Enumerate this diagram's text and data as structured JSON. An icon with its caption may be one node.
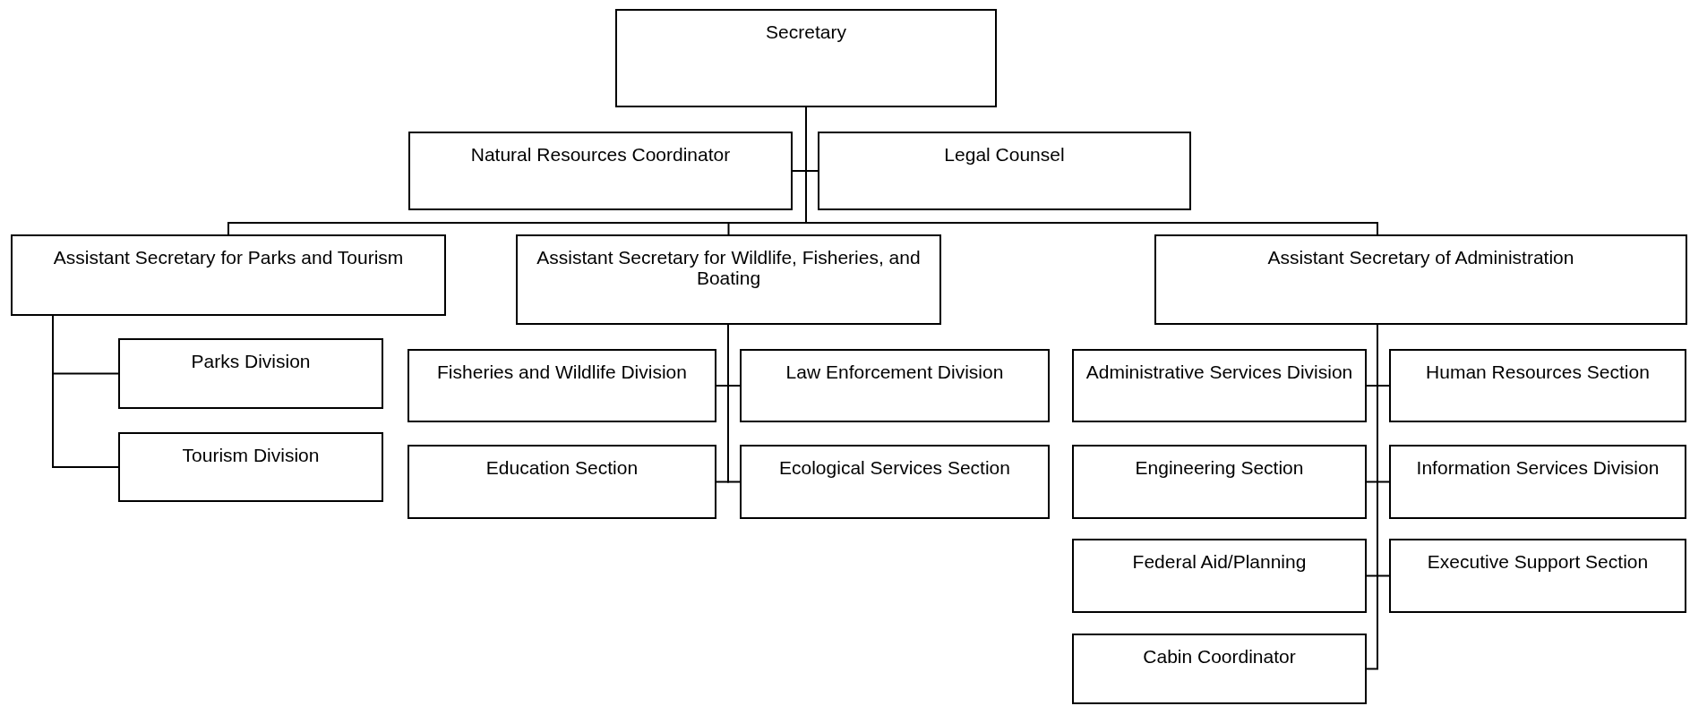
{
  "diagram": {
    "nodes": [
      {
        "text": [
          "Secretary"
        ]
      },
      {
        "text": [
          "Natural Resources Coordinator"
        ]
      },
      {
        "text": [
          "Legal Counsel"
        ]
      },
      {
        "text": [
          "Assistant Secretary for Parks and Tourism"
        ]
      },
      {
        "text": [
          "Assistant Secretary for Wildlife, Fisheries, and Boating"
        ]
      },
      {
        "text": [
          "Assistant Secretary of Administration"
        ]
      },
      {
        "text": [
          "Parks Division"
        ]
      },
      {
        "text": [
          "Tourism Division"
        ]
      },
      {
        "text": [
          "Fisheries and Wildlife Division"
        ]
      },
      {
        "text": [
          "Law Enforcement Division"
        ]
      },
      {
        "text": [
          "Education Section"
        ]
      },
      {
        "text": [
          "Ecological Services Section"
        ]
      },
      {
        "text": [
          "Administrative Services Division"
        ]
      },
      {
        "text": [
          "Human Resources Section"
        ]
      },
      {
        "text": [
          "Engineering Section"
        ]
      },
      {
        "text": [
          "Information Services Division"
        ]
      },
      {
        "text": [
          "Federal Aid/Planning"
        ]
      },
      {
        "text": [
          "Executive Support Section"
        ]
      },
      {
        "text": [
          "Cabin Coordinator"
        ]
      }
    ],
    "edges": [
      {
        "from": 0,
        "to": 1,
        "arrow": "none"
      },
      {
        "from": 0,
        "to": 2,
        "arrow": "none"
      },
      {
        "from": 0,
        "to": 3,
        "arrow": "none"
      },
      {
        "from": 0,
        "to": 4,
        "arrow": "none"
      },
      {
        "from": 0,
        "to": 5,
        "arrow": "none"
      },
      {
        "from": 3,
        "to": 6,
        "arrow": "none"
      },
      {
        "from": 3,
        "to": 7,
        "arrow": "none"
      },
      {
        "from": 4,
        "to": 8,
        "arrow": "none"
      },
      {
        "from": 4,
        "to": 9,
        "arrow": "none"
      },
      {
        "from": 4,
        "to": 10,
        "arrow": "none"
      },
      {
        "from": 4,
        "to": 11,
        "arrow": "none"
      },
      {
        "from": 5,
        "to": 12,
        "arrow": "none"
      },
      {
        "from": 5,
        "to": 13,
        "arrow": "none"
      },
      {
        "from": 5,
        "to": 14,
        "arrow": "none"
      },
      {
        "from": 5,
        "to": 15,
        "arrow": "none"
      },
      {
        "from": 5,
        "to": 16,
        "arrow": "none"
      },
      {
        "from": 5,
        "to": 17,
        "arrow": "none"
      },
      {
        "from": 5,
        "to": 18,
        "arrow": "none"
      }
    ]
  }
}
